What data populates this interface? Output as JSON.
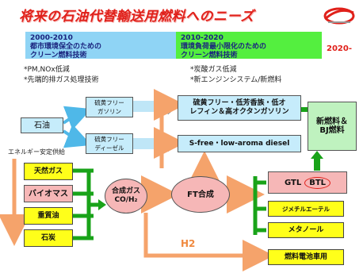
{
  "title": "将来の石油代替輸送用燃料へのニーズ",
  "bands": [
    {
      "years": "2000-2010",
      "line1": "都市環境保全のための",
      "line2": "クリーン燃料技術"
    },
    {
      "years": "2010-2020",
      "line1": "環境負荷最小限化のための",
      "line2": "クリーン燃料技術"
    }
  ],
  "year_future": "2020-",
  "notes_left": [
    "*PM,NOx低減",
    "*先端的排ガス処理技術"
  ],
  "notes_right": [
    "*炭酸ガス低減",
    "*新エンジンシステム/新燃料"
  ],
  "oil": "石油",
  "energy_security": "エネルギー安定供給",
  "sulfur_free_gasoline": [
    "硫黄フリー",
    "ガソリン"
  ],
  "sulfur_free_diesel": [
    "硫黄フリー",
    "ディーゼル"
  ],
  "clean_gasoline": [
    "硫黄フリー・低芳香族・低オ",
    "レフィン＆高オクタンガソリン"
  ],
  "clean_diesel": "S-free・low-aroma diesel",
  "new_fuel": [
    "新燃料＆",
    "BJ燃料"
  ],
  "feedstocks": [
    "天然ガス",
    "バイオマス",
    "重質油",
    "石炭"
  ],
  "syngas": [
    "合成ガス",
    "CO/H₂"
  ],
  "ft": "FT合成",
  "gtl": "GTL",
  "btl": "BTL",
  "dme": "ジメチルエーテル",
  "methanol": "メタノール",
  "h2": "H2",
  "fuel_cell": "燃料電池車用",
  "colors": {
    "title": "#e0201a",
    "band1": "#8fd4f5",
    "band2": "#54ef3f",
    "arrow_orange": "#f5a36b",
    "arrow_green": "#19a319"
  }
}
